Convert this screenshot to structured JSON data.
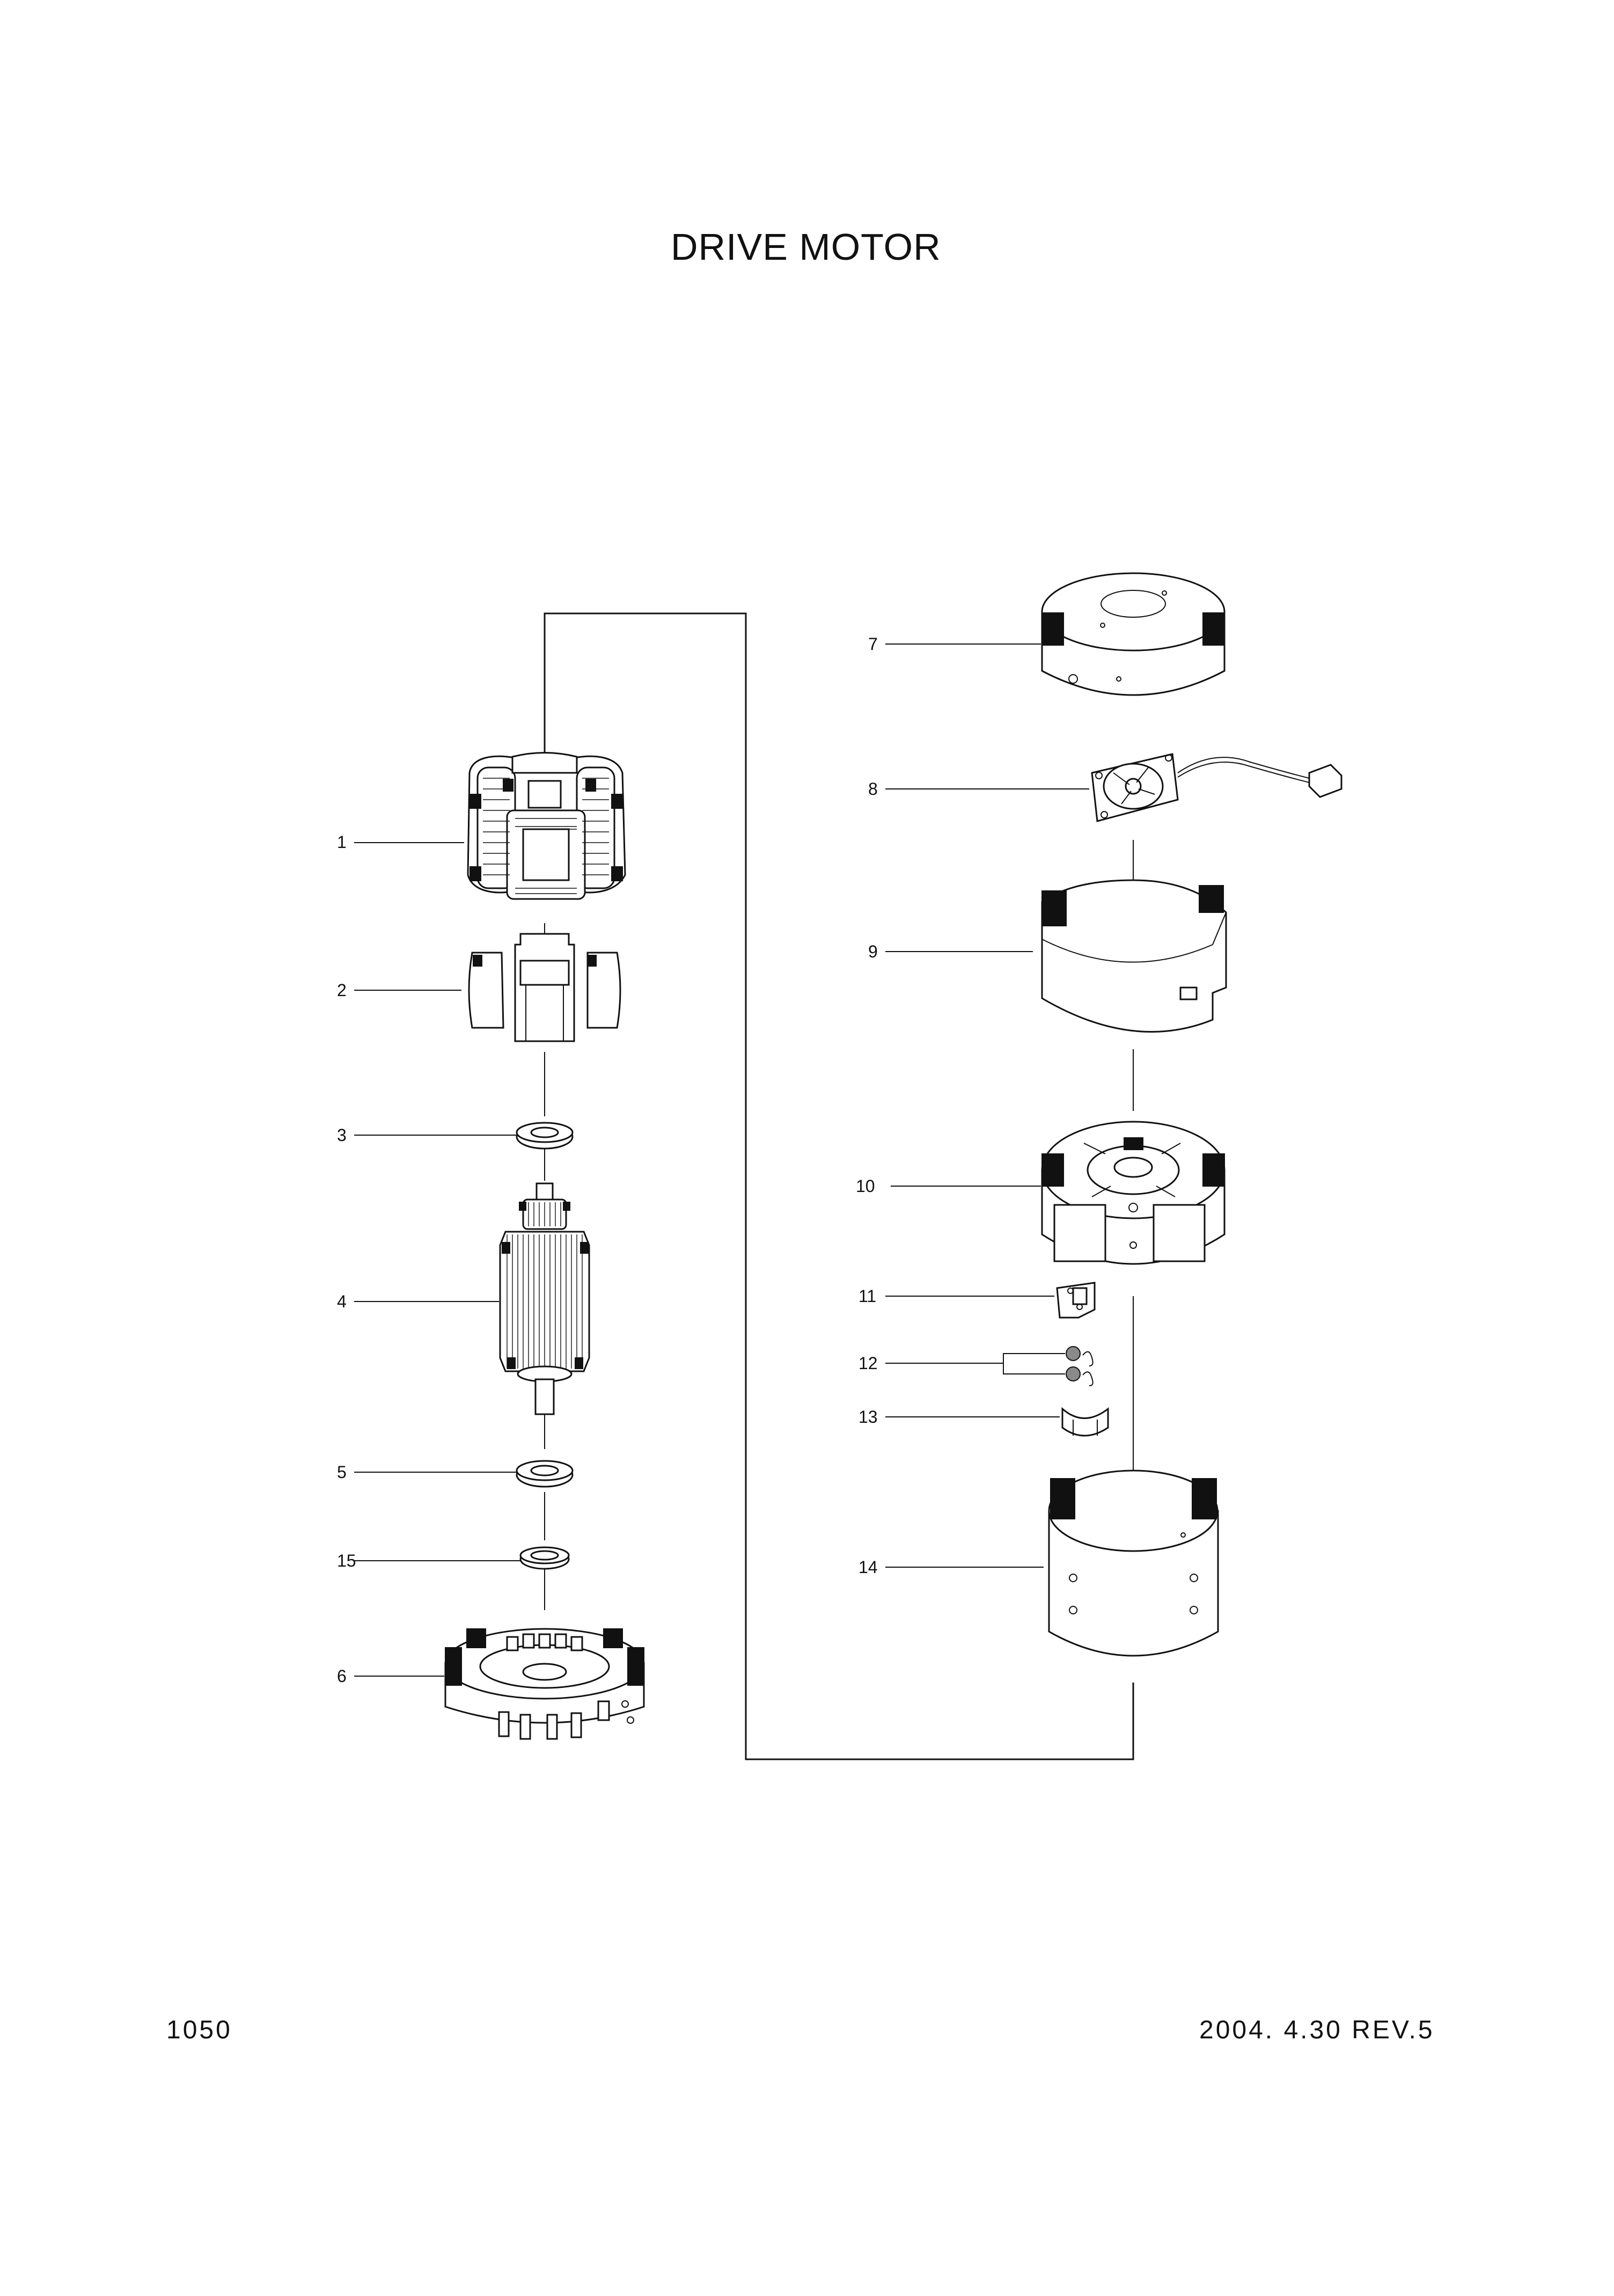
{
  "title": "DRIVE MOTOR",
  "footer": {
    "page_number": "1050",
    "revision": "2004. 4.30 REV.5"
  },
  "callouts": {
    "c1": "1",
    "c2": "2",
    "c3": "3",
    "c4": "4",
    "c5": "5",
    "c6": "6",
    "c7": "7",
    "c8": "8",
    "c9": "9",
    "c10": "10",
    "c11": "11",
    "c12": "12",
    "c13": "13",
    "c14": "14",
    "c15": "15"
  }
}
